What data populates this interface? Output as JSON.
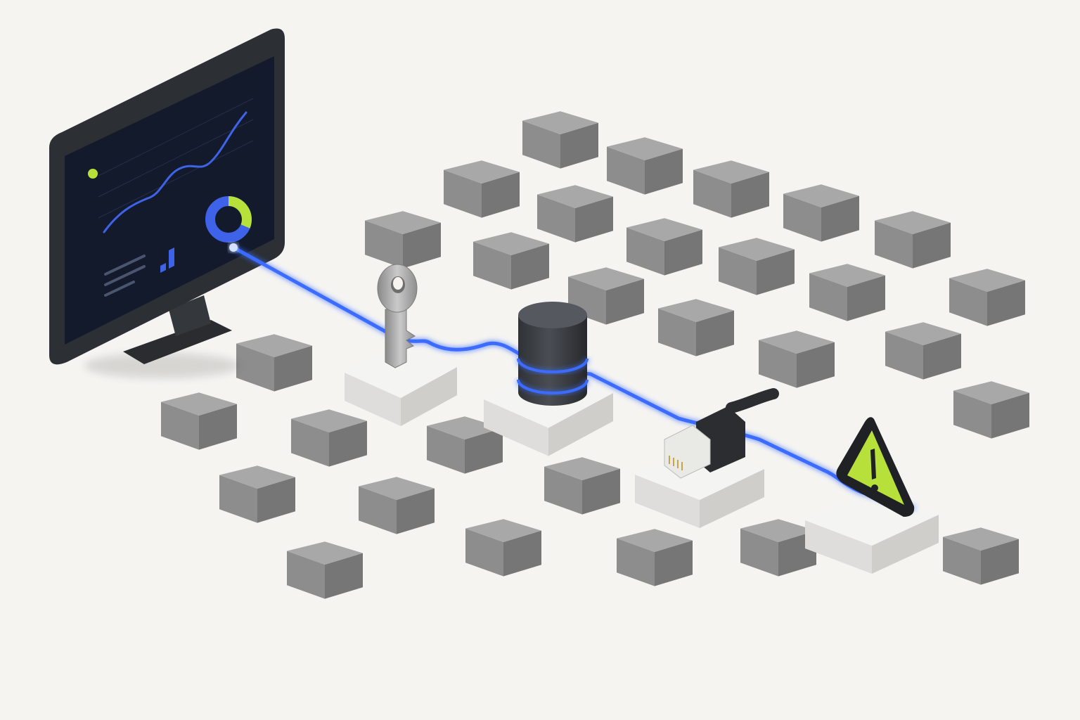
{
  "colors": {
    "background": "#f5f4f1",
    "cube_top": "#a8a8a8",
    "cube_left": "#8d8d8d",
    "cube_right": "#767676",
    "pedestal_top": "#f4f4f2",
    "pedestal_left": "#dedddb",
    "pedestal_right": "#cfcecb",
    "monitor_frame": "#2c2f33",
    "monitor_screen": "#131a2b",
    "glow_line": "#3b6cff",
    "chart_line": "#3f63e8",
    "accent_lime": "#b8e03a",
    "warning_fill": "#b8e03a",
    "database_body": "#3a3d42",
    "key_metal": "#a3a3a3",
    "cable_black": "#2b2d30"
  },
  "nodes": [
    {
      "name": "dashboard-monitor",
      "icon": "monitor-icon"
    },
    {
      "name": "access-key",
      "icon": "key-icon"
    },
    {
      "name": "database",
      "icon": "database-icon"
    },
    {
      "name": "network-plug",
      "icon": "ethernet-plug-icon"
    },
    {
      "name": "alert",
      "icon": "warning-icon"
    }
  ]
}
